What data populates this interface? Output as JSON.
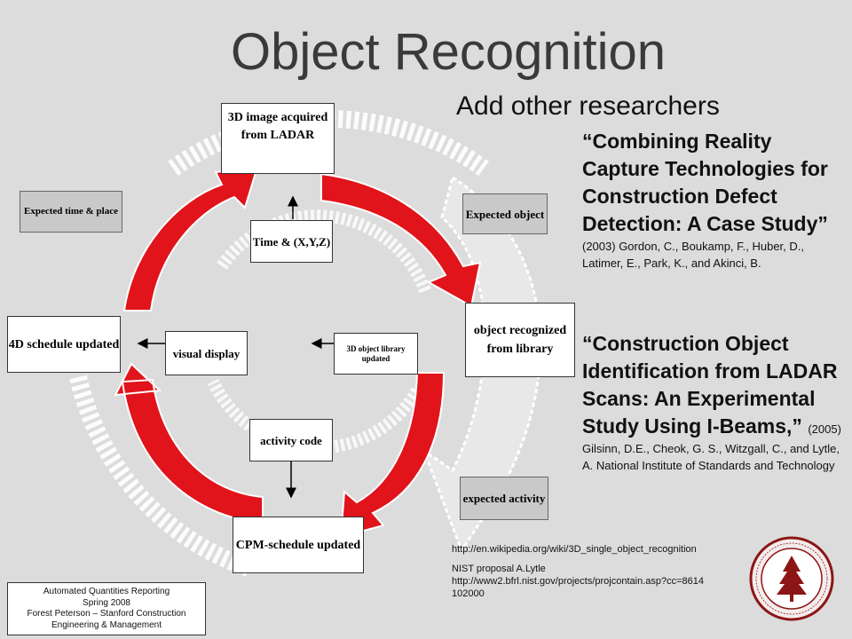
{
  "title": "Object Recognition",
  "subtitle": "Add other researchers",
  "nodes": {
    "image_acquired": "3D image acquired from LADAR",
    "object_recognized": "object recognized from library",
    "cpm_schedule": "CPM-schedule updated",
    "schedule_4d": "4D schedule updated",
    "time_xyz": "Time & (X,Y,Z)",
    "visual_display": "visual display",
    "library_updated": "3D object library updated",
    "activity_code": "activity code",
    "expected_time_place": "Expected time & place",
    "expected_object": "Expected object",
    "expected_activity": "expected activity"
  },
  "references": [
    {
      "title": "“Combining Reality Capture Technologies for Construction Defect Detection: A Case Study”",
      "details": "(2003) Gordon, C., Boukamp, F., Huber, D., Latimer, E., Park, K., and Akinci, B."
    },
    {
      "title": "“Construction Object Identification from LADAR Scans: An Experimental Study Using I-Beams,”",
      "details": "(2005) Gilsinn, D.E., Cheok, G. S., Witzgall, C., and Lytle, A. National Institute of Standards and Technology"
    }
  ],
  "links": {
    "wiki": "http://en.wikipedia.org/wiki/3D_single_object_recognition",
    "nist_label": "NIST proposal  A.Lytle",
    "nist_url": "http://www2.bfrl.nist.gov/projects/projcontain.asp?cc=8614102000"
  },
  "footer": {
    "line1": "Automated Quantities Reporting",
    "line2": "Spring 2008",
    "line3": "Forest Peterson – Stanford Construction",
    "line4": "Engineering & Management"
  },
  "colors": {
    "arrow_red": "#e0141a",
    "dashed_ring": "#ffffff"
  }
}
